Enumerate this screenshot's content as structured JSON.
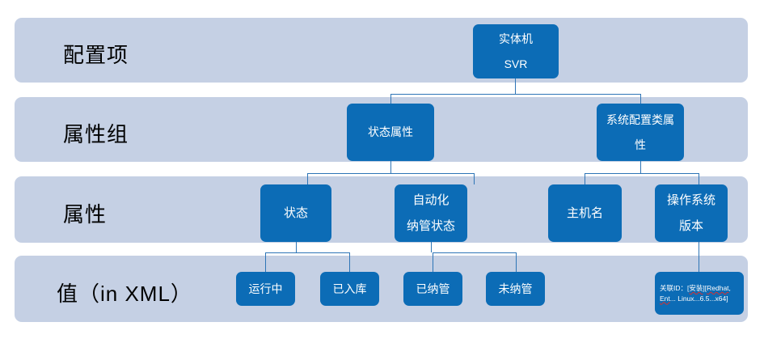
{
  "diagram": {
    "title": "CI attribute hierarchy",
    "colors": {
      "band": "#c5d0e4",
      "node": "#0c6cb6",
      "connector": "#2e75b6",
      "node_text": "#ffffff",
      "band_text": "#000000",
      "background": "#ffffff"
    },
    "bands": [
      {
        "label": "配置项"
      },
      {
        "label": "属性组"
      },
      {
        "label": "属性"
      },
      {
        "label": "值（in XML）"
      }
    ],
    "nodes": {
      "root": {
        "line1": "实体机",
        "line2": "SVR"
      },
      "groups": [
        {
          "line1": "状态属性",
          "line2": ""
        },
        {
          "line1": "系统配置类属",
          "line2": "性"
        }
      ],
      "attributes": [
        {
          "line1": "状态",
          "line2": ""
        },
        {
          "line1": "自动化",
          "line2": "纳管状态"
        },
        {
          "line1": "主机名",
          "line2": ""
        },
        {
          "line1": "操作系统",
          "line2": "版本"
        }
      ],
      "values": [
        {
          "line1": "运行中"
        },
        {
          "line1": "已入库"
        },
        {
          "line1": "已纳管"
        },
        {
          "line1": "未纳管"
        }
      ],
      "xml_value": {
        "line1_prefix": "关联ID：[",
        "line1_a": "安装",
        "line1_mid": "][",
        "line1_b": "Redhat",
        "line1_suffix": ",",
        "line2_a": "Ent",
        "line2_mid": "... Linux...6.5...x64]"
      }
    }
  }
}
